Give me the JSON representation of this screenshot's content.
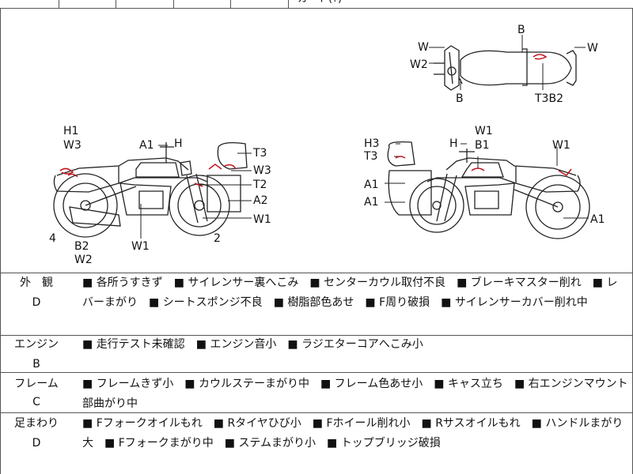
{
  "header": {
    "cutoff_text": "ガード(?)"
  },
  "diagram": {
    "left": {
      "labels": [
        "H1",
        "W3",
        "A1",
        "H",
        "T3",
        "W3",
        "T2",
        "A2",
        "W1",
        "4",
        "B2",
        "W2",
        "W1",
        "2"
      ]
    },
    "right": {
      "labels": [
        "H3",
        "T3",
        "H",
        "W1",
        "B1",
        "W1",
        "A1",
        "A1",
        "A1"
      ]
    },
    "top": {
      "labels": [
        "W",
        "W2",
        "B",
        "B",
        "W",
        "T3B2"
      ]
    },
    "accent_color": "#c0141e"
  },
  "sections": [
    {
      "category": "外　観",
      "grade": "D",
      "items": [
        "各所うすきず",
        "サイレンサー裏へこみ",
        "センターカウル取付不良",
        "ブレーキマスター削れ",
        "レバーまがり",
        "シートスポンジ不良",
        "樹脂部色あせ",
        "F周り破損",
        "サイレンサーカバー削れ中"
      ]
    },
    {
      "category": "エンジン",
      "grade": "B",
      "items": [
        "走行テスト未確認",
        "エンジン音小",
        "ラジエターコアへこみ小"
      ]
    },
    {
      "category": "フレーム",
      "grade": "C",
      "items": [
        "フレームきず小",
        "カウルステーまがり中",
        "フレーム色あせ小",
        "キャス立ち",
        "右エンジンマウント部曲がり中"
      ]
    },
    {
      "category": "足まわり",
      "grade": "D",
      "items": [
        "Fフォークオイルもれ",
        "Rタイヤひび小",
        "Fホイール削れ小",
        "Rサスオイルもれ",
        "ハンドルまがり大",
        "Fフォークまがり中",
        "ステムまがり小",
        "トップブリッジ破損"
      ]
    }
  ]
}
